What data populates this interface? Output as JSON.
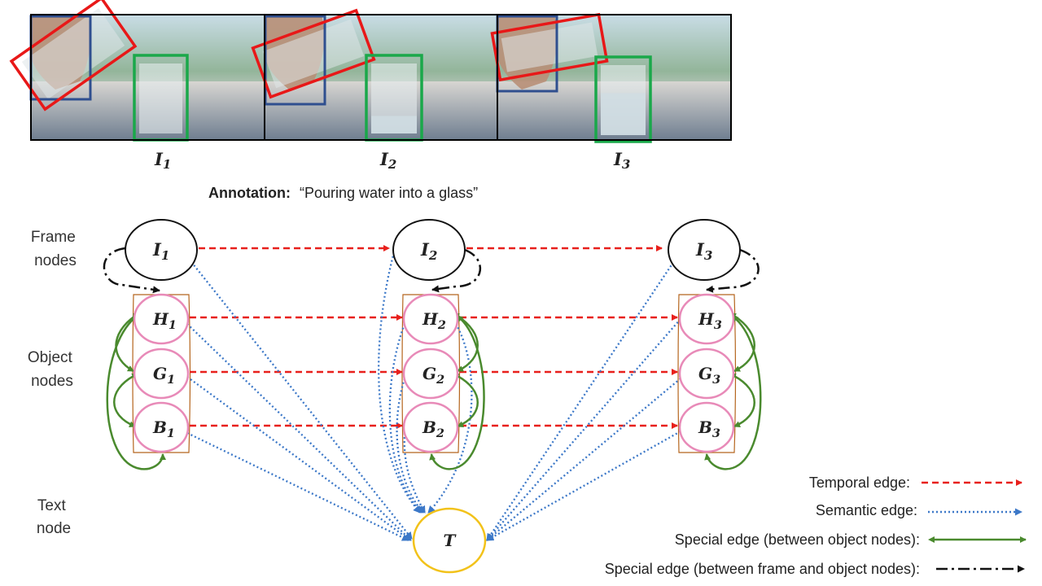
{
  "frames": [
    {
      "letter": "I",
      "sub": "1"
    },
    {
      "letter": "I",
      "sub": "2"
    },
    {
      "letter": "I",
      "sub": "3"
    }
  ],
  "annotation": {
    "label": "Annotation:",
    "text": "“Pouring water into a glass”"
  },
  "row_labels": {
    "frame": [
      "Frame",
      "nodes"
    ],
    "object": [
      "Object",
      "nodes"
    ],
    "text": [
      "Text",
      "node"
    ]
  },
  "nodes": {
    "frame": [
      {
        "letter": "I",
        "sub": "1"
      },
      {
        "letter": "I",
        "sub": "2"
      },
      {
        "letter": "I",
        "sub": "3"
      }
    ],
    "objects": [
      [
        {
          "letter": "H",
          "sub": "1"
        },
        {
          "letter": "G",
          "sub": "1"
        },
        {
          "letter": "B",
          "sub": "1"
        }
      ],
      [
        {
          "letter": "H",
          "sub": "2"
        },
        {
          "letter": "G",
          "sub": "2"
        },
        {
          "letter": "B",
          "sub": "2"
        }
      ],
      [
        {
          "letter": "H",
          "sub": "3"
        },
        {
          "letter": "G",
          "sub": "3"
        },
        {
          "letter": "B",
          "sub": "3"
        }
      ]
    ],
    "text": {
      "letter": "T"
    }
  },
  "legend": {
    "temporal": "Temporal edge:",
    "semantic": "Semantic edge:",
    "special_objects": "Special edge (between object nodes):",
    "special_frame_object": "Special edge (between frame and object nodes):"
  },
  "colors": {
    "temporal": "#e8201c",
    "semantic": "#3c78c8",
    "special_object": "#4a8a2e",
    "special_frame": "#111111",
    "object_node": "#e88ab8",
    "text_node": "#f2c21a",
    "hand_box": "#2f4f8f",
    "bottle_box": "#e81818",
    "glass_box": "#1aa84a"
  }
}
